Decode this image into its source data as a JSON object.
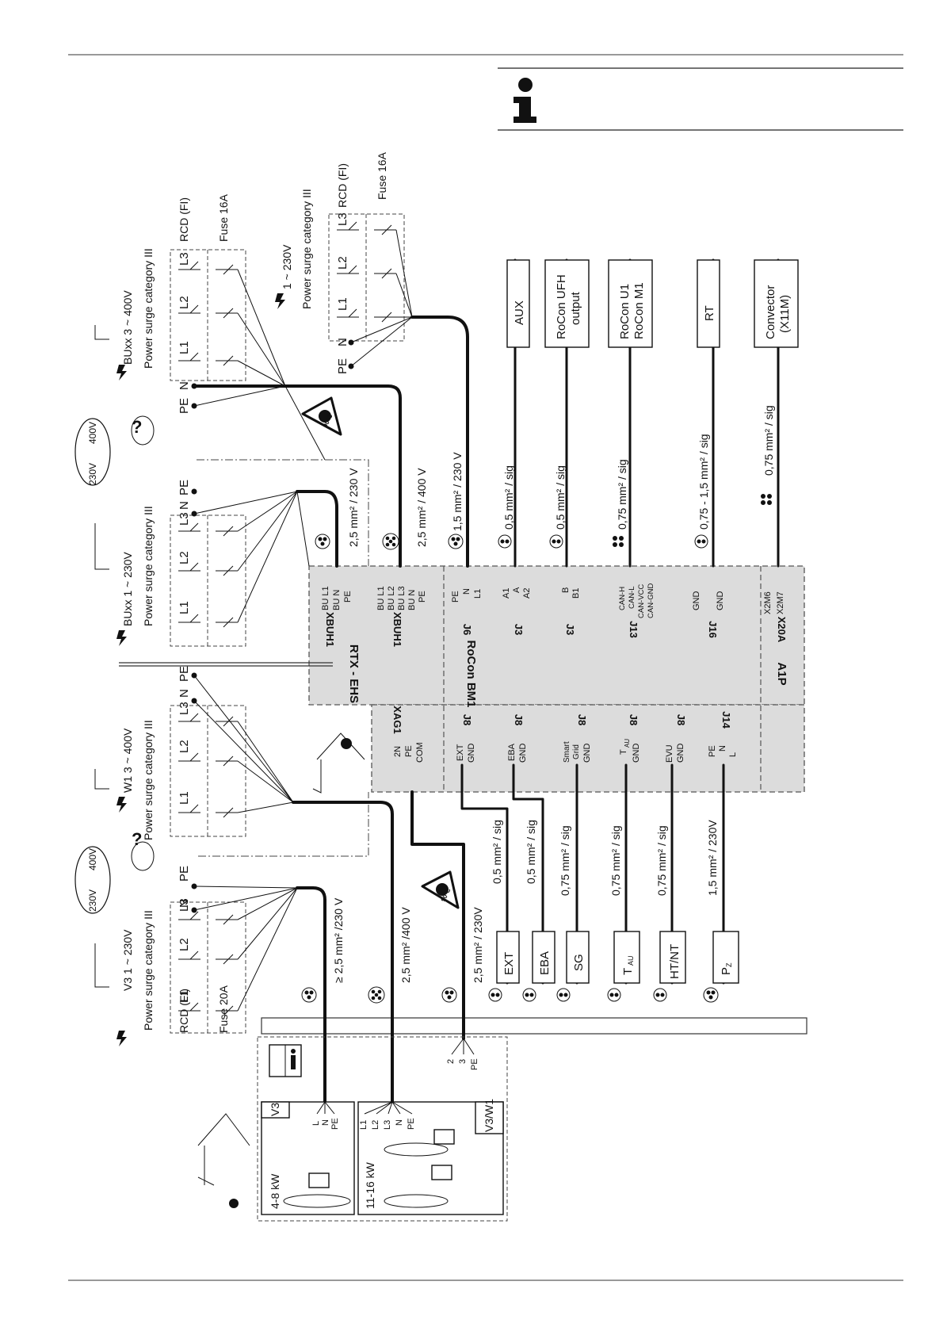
{
  "supply_groups": [
    {
      "id": "v3",
      "title": "V3  1 ~ 230V",
      "surge": "Power surge category III",
      "poles": [
        "L1",
        "L2",
        "L3"
      ],
      "terminals": [
        "N",
        "PE"
      ],
      "rcd": "RCD (FI)",
      "fuse": "Fuse 20A"
    },
    {
      "id": "w1",
      "title": "W1  3 ~ 400V",
      "surge": "Power surge category III",
      "poles": [
        "L1",
        "L2",
        "L3"
      ],
      "terminals": [
        "N",
        "PE"
      ]
    },
    {
      "id": "buxx1",
      "title": "BUxx  1 ~ 230V",
      "surge": "Power surge category III",
      "poles": [
        "L1",
        "L2",
        "L3"
      ],
      "terminals": [
        "N",
        "PE"
      ]
    },
    {
      "id": "buxx3",
      "title": "BUxx  3 ~ 400V",
      "surge": "Power surge category III",
      "poles": [
        "L1",
        "L2",
        "L3"
      ],
      "terminals": [
        "N",
        "PE"
      ],
      "rcd": "RCD (FI)",
      "fuse": "Fuse 16A"
    },
    {
      "id": "bm1",
      "title": "1 ~ 230V",
      "surge": "Power surge category III",
      "poles": [
        "L1",
        "L2",
        "L3"
      ],
      "terminals": [
        "N",
        "PE"
      ],
      "rcd": "RCD (FI)",
      "fuse": "Fuse 16A"
    }
  ],
  "clouds": [
    {
      "a": "230V",
      "b": "400V",
      "mark": "?"
    },
    {
      "a": "230V",
      "b": "400V",
      "mark": "?"
    }
  ],
  "badge": "90°C",
  "blocks": {
    "rtx": "RTX - EHS",
    "rocon": "RoCon BM1",
    "a1p": "A1P"
  },
  "connectors": {
    "xbuh1a": {
      "name": "XBUH1",
      "pins": [
        "BU L1",
        "BU N",
        "PE"
      ]
    },
    "xbuh1b": {
      "name": "XBUH1",
      "pins": [
        "BU L1",
        "BU L2",
        "BU L3",
        "BU N",
        "PE"
      ]
    },
    "j6": {
      "name": "J6",
      "pins": [
        "PE",
        "N",
        "L1"
      ]
    },
    "j3a": {
      "name": "J3",
      "pins": [
        "A1",
        "A",
        "A2"
      ]
    },
    "j3b": {
      "name": "J3",
      "pins": [
        "B",
        "B1"
      ]
    },
    "j13": {
      "name": "J13",
      "pins": [
        "CAN-H",
        "CAN-L",
        "CAN-VCC",
        "CAN-GND"
      ]
    },
    "j16": {
      "name": "J16",
      "pins": [
        "GND",
        "GND"
      ]
    },
    "x20a": {
      "name": "X20A",
      "pins": [
        "X2M6",
        "X2M7"
      ]
    },
    "xag1": {
      "name": "XAG1",
      "pins": [
        "2N",
        "PE",
        "COM"
      ]
    },
    "j8a": {
      "name": "J8",
      "pins": [
        "EXT",
        "GND"
      ]
    },
    "j8b": {
      "name": "J8",
      "pins": [
        "EBA",
        "GND"
      ]
    },
    "j8c": {
      "name": "J8",
      "pins": [
        "Smart",
        "Grid",
        "GND"
      ]
    },
    "j8d": {
      "name": "J8",
      "pins": [
        "T",
        "AU",
        "GND"
      ]
    },
    "j8e": {
      "name": "J8",
      "pins": [
        "EVU",
        "GND"
      ]
    },
    "j14": {
      "name": "J14",
      "pins": [
        "PE",
        "N",
        "L"
      ]
    }
  },
  "cables_top": [
    "2,5 mm² / 230 V",
    "2,5 mm² / 400 V",
    "1,5 mm² / 230 V",
    "0,5 mm² / sig",
    "0,5 mm² / sig",
    "0,75 mm² / sig",
    "0,75 - 1,5 mm² / sig",
    "0,75 mm² / sig"
  ],
  "cables_bottom": [
    "≥ 2,5 mm² /230 V",
    "2,5 mm² /400 V",
    "2,5 mm² / 230V",
    "0,5 mm² / sig",
    "0,5 mm² / sig",
    "0,75 mm² / sig",
    "0,75 mm² / sig",
    "0,75 mm² / sig",
    "1,5 mm² / 230V"
  ],
  "devices_top": [
    {
      "l1": "AUX",
      "l2": ""
    },
    {
      "l1": "RoCon UFH",
      "l2": "output"
    },
    {
      "l1": "RoCon U1",
      "l2": "RoCon M1"
    },
    {
      "l1": "RT",
      "l2": ""
    },
    {
      "l1": "Convector",
      "l2": "(X11M)"
    }
  ],
  "devices_bottom": [
    {
      "l1": "EXT"
    },
    {
      "l1": "EBA"
    },
    {
      "l1": "SG"
    },
    {
      "l1": "T",
      "sub": "AU"
    },
    {
      "l1": "HT/NT"
    },
    {
      "l1": "P",
      "sub": "Z"
    }
  ],
  "outdoor": {
    "v3": {
      "name": "V3",
      "power": "4-8 kW",
      "pins": [
        "L",
        "N",
        "PE"
      ]
    },
    "v3w1": {
      "name": "V3/W1",
      "power": "11-16 kW",
      "pins": [
        "L1",
        "L2",
        "L3",
        "N",
        "PE"
      ]
    },
    "extra_pins": [
      "2",
      "3",
      "PE"
    ]
  }
}
